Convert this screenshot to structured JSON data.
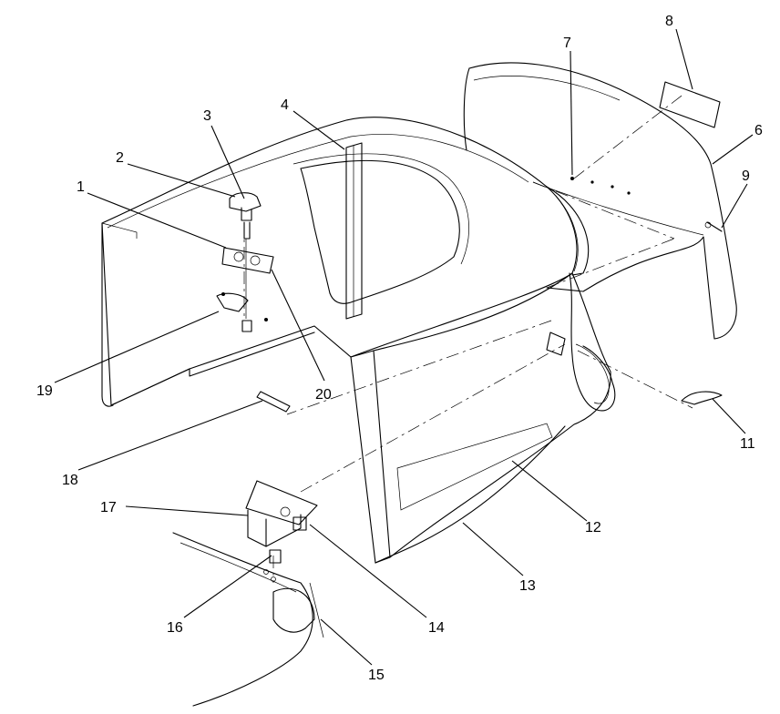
{
  "callouts": [
    {
      "id": "c1",
      "label": "1"
    },
    {
      "id": "c2",
      "label": "2"
    },
    {
      "id": "c3",
      "label": "3"
    },
    {
      "id": "c4",
      "label": "4"
    },
    {
      "id": "c6",
      "label": "6"
    },
    {
      "id": "c7",
      "label": "7"
    },
    {
      "id": "c8",
      "label": "8"
    },
    {
      "id": "c9",
      "label": "9"
    },
    {
      "id": "c11",
      "label": "11"
    },
    {
      "id": "c12",
      "label": "12"
    },
    {
      "id": "c13",
      "label": "13"
    },
    {
      "id": "c14",
      "label": "14"
    },
    {
      "id": "c15",
      "label": "15"
    },
    {
      "id": "c16",
      "label": "16"
    },
    {
      "id": "c17",
      "label": "17"
    },
    {
      "id": "c18",
      "label": "18"
    },
    {
      "id": "c19",
      "label": "19"
    },
    {
      "id": "c20",
      "label": "20"
    }
  ]
}
